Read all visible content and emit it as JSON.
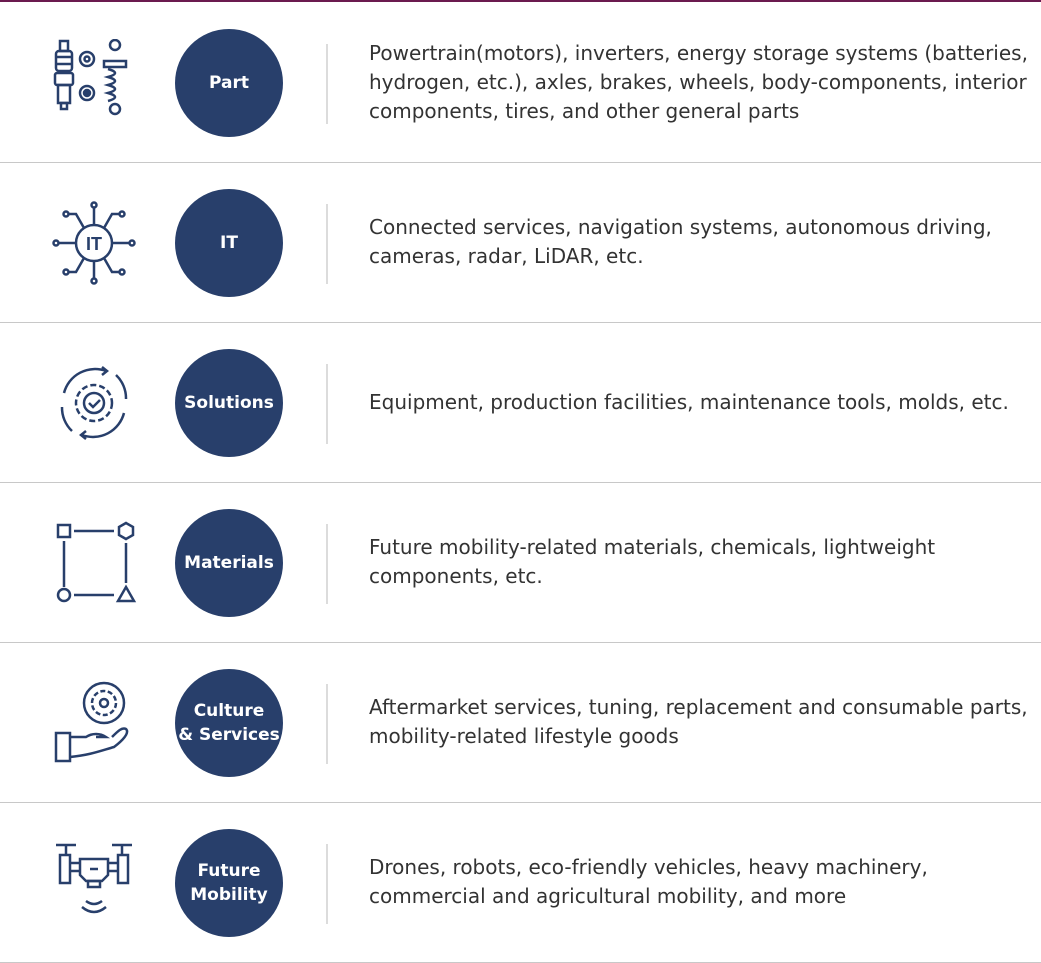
{
  "colors": {
    "accent_bar": "#6b1a4f",
    "circle": "#283f6b",
    "icon": "#283f6b",
    "divider": "#c8c8c8"
  },
  "rows": [
    {
      "icon": "spark-plug-gears-shock-icon",
      "label": "Part",
      "description": "Powertrain(motors), inverters, energy storage systems (batteries, hydrogen, etc.), axles, brakes, wheels, body-components, interior components, tires, and other general parts"
    },
    {
      "icon": "it-circuit-icon",
      "label": "IT",
      "description": "Connected services, navigation systems, autonomous driving, cameras, radar, LiDAR, etc."
    },
    {
      "icon": "gear-cycle-check-icon",
      "label": "Solutions",
      "description": "Equipment, production facilities, maintenance tools, molds, etc."
    },
    {
      "icon": "shapes-icon",
      "label": "Materials",
      "description": "Future mobility-related materials, chemicals, lightweight components, etc."
    },
    {
      "icon": "hand-gear-icon",
      "label": "Culture\n& Services",
      "description": "Aftermarket services, tuning, replacement and consumable parts, mobility-related lifestyle goods"
    },
    {
      "icon": "drone-icon",
      "label": "Future\nMobility",
      "description": "Drones, robots, eco-friendly vehicles, heavy machinery, commercial and agricultural mobility, and more"
    }
  ]
}
